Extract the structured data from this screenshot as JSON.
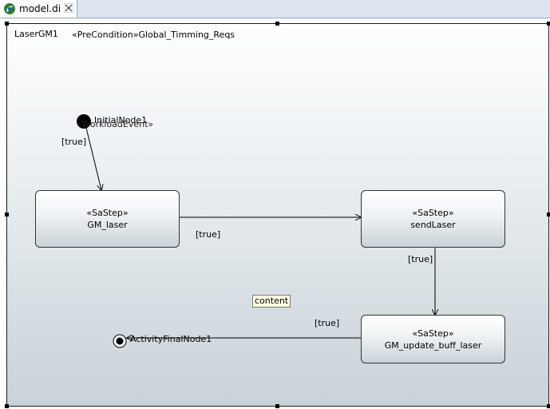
{
  "tab": {
    "label": "model.di",
    "icon": "papyrus-model-icon",
    "close_icon": "close-tab-icon"
  },
  "frame": {
    "name": "LaserGM1",
    "precondition": "«PreCondition»Global_Timming_Reqs"
  },
  "initial_node": {
    "label": "InitialNode1",
    "overlay_label": "«WorkloadEvent»"
  },
  "final_node": {
    "label": "ActivityFinalNode1"
  },
  "nodes": [
    {
      "stereotype": "«SaStep»",
      "name": "GM_laser"
    },
    {
      "stereotype": "«SaStep»",
      "name": "sendLaser"
    },
    {
      "stereotype": "«SaStep»",
      "name": "GM_update_buff_laser"
    }
  ],
  "guards": [
    "[true]",
    "[true]",
    "[true]",
    "[true]"
  ],
  "tooltip": "content",
  "colors": {
    "tab_bar": "#dbe4ef",
    "frame_border": "#1a1a1a",
    "node_gradient_bottom": "#c9d3d8",
    "tooltip_bg": "#ffffe1"
  }
}
